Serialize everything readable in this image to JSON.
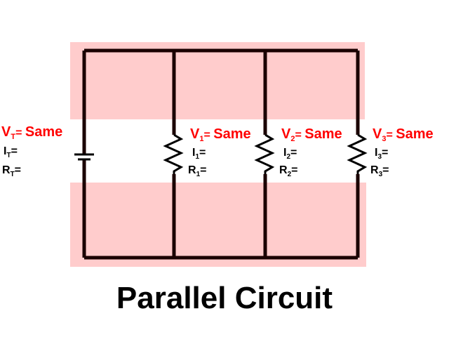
{
  "title": "Parallel Circuit",
  "colors": {
    "highlight": "#ffcccc",
    "wire": "#1a0000",
    "voltage_text": "#ff0000",
    "text": "#000000"
  },
  "source": {
    "voltage": {
      "symbol": "V",
      "sub": "T",
      "eq": "= ",
      "value": "Same"
    },
    "current": {
      "symbol": "I",
      "sub": "T",
      "eq": "="
    },
    "resistance": {
      "symbol": "R",
      "sub": "T",
      "eq": "="
    }
  },
  "branches": [
    {
      "voltage": {
        "symbol": "V",
        "sub": "1",
        "eq": "= ",
        "value": "Same"
      },
      "current": {
        "symbol": "I",
        "sub": "1",
        "eq": "="
      },
      "resistance": {
        "symbol": "R",
        "sub": "1",
        "eq": "="
      }
    },
    {
      "voltage": {
        "symbol": "V",
        "sub": "2",
        "eq": "= ",
        "value": "Same"
      },
      "current": {
        "symbol": "I",
        "sub": "2",
        "eq": "="
      },
      "resistance": {
        "symbol": "R",
        "sub": "2",
        "eq": "="
      }
    },
    {
      "voltage": {
        "symbol": "V",
        "sub": "3",
        "eq": "= ",
        "value": "Same"
      },
      "current": {
        "symbol": "I",
        "sub": "3",
        "eq": "="
      },
      "resistance": {
        "symbol": "R",
        "sub": "3",
        "eq": "="
      }
    }
  ]
}
